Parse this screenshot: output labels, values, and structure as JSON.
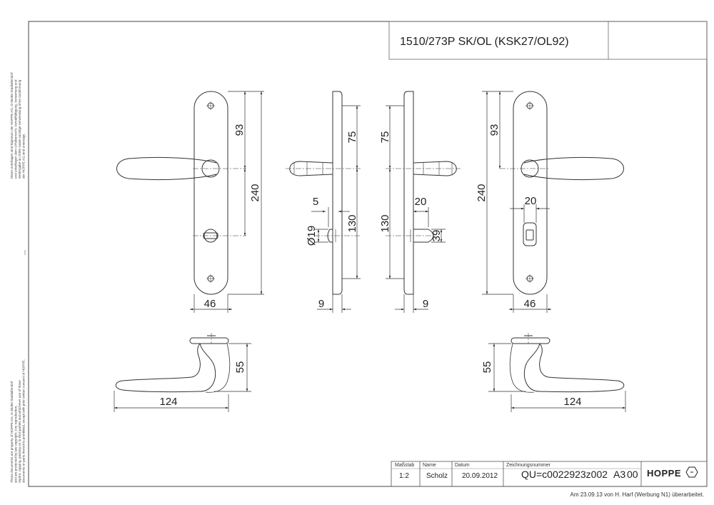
{
  "title": "1510/273P SK/OL (KSK27/OL92)",
  "dimensions": {
    "left_upper": "93",
    "left_total": "240",
    "left_width": "46",
    "side_left_75": "75",
    "side_left_130": "130",
    "side_left_5": "5",
    "side_left_dia": "Ø19",
    "side_left_9": "9",
    "side_right_75": "75",
    "side_right_130": "130",
    "side_right_20": "20",
    "side_right_39": "39",
    "side_right_9": "9",
    "right_upper": "93",
    "right_total": "240",
    "right_20": "20",
    "right_width": "46",
    "bottom_left_55": "55",
    "bottom_left_124": "124",
    "bottom_right_55": "55",
    "bottom_right_124": "124"
  },
  "title_block": {
    "scale_label": "Maßstab",
    "scale_value": "1:2",
    "name_label": "Name",
    "name_value": "Scholz",
    "date_label": "Datum",
    "date_value": "20.09.2012",
    "drawing_label": "Zeichnungsnummer",
    "drawing_value": "QU=c0022923z002",
    "format": "A3",
    "revision": "00",
    "logo": "HOPPE"
  },
  "side_notes": {
    "de_line1": "Diese Unterlagen sind Eigentum der HOPPE AG, D-35260 Stadtallendorf",
    "de_line2": "und unterliegen dem Urheberrecht. Vervielfältigung, Verwertung und",
    "de_line3": "Weitergabe an Dritte sowie sonstige Verwendung ohne Zustimmung",
    "de_line4": "der HOPPE AG sind untersagt.",
    "en_line1": "These documents are property of HOPPE AG, D-35260 Stadtallendorf",
    "en_line2": "and are protected by law copyright. Any reproduction,",
    "en_line3": "reprint, copying, passing on to third parties and whichever use of these",
    "en_line4": "documents or parts thereof is prohibited, except with prior written consent of HOPPE."
  },
  "footer": "Am 23.09.13 von H. Harf (Werbung N1) überarbeitet."
}
